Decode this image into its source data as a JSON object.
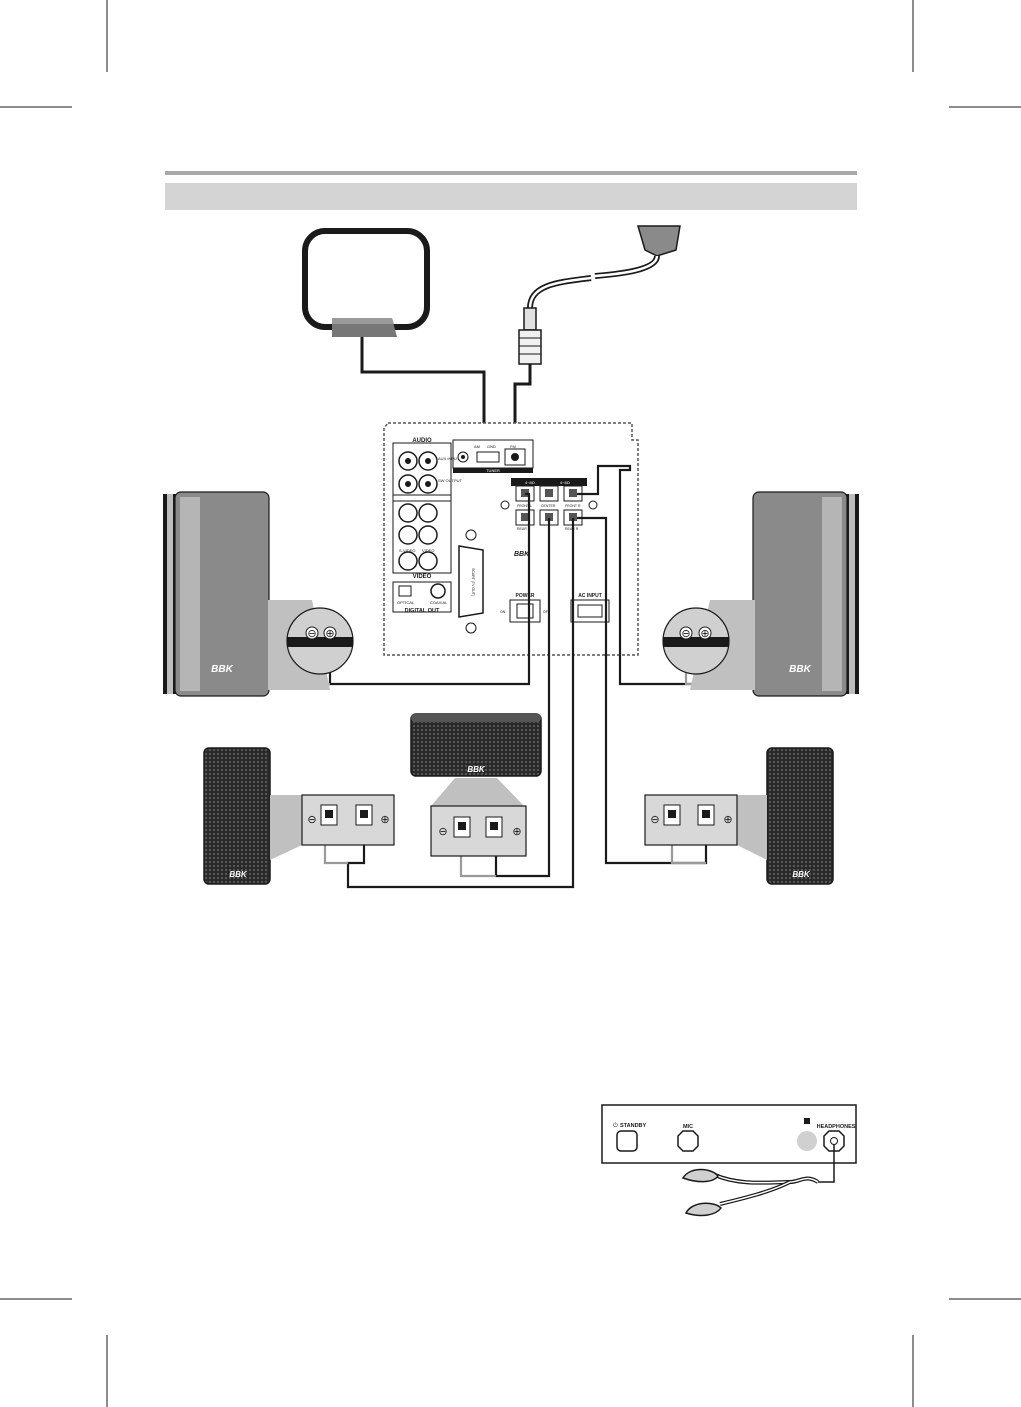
{
  "colors": {
    "ink": "#1a1a1a",
    "header_band": "#d4d4d4",
    "header_rule": "#a8a8a8",
    "wire_positive": "#111111",
    "wire_negative": "#9a9a9a",
    "speaker_body": "#8a8a8a",
    "speaker_grille": "#2a2a2a"
  },
  "back_panel": {
    "section_audio": "AUDIO",
    "section_video": "VIDEO",
    "section_digital_out": "DIGITAL OUT",
    "label_aux_input": "AUX INPUT",
    "label_sw_output": "SW OUTPUT",
    "label_optical": "OPTICAL",
    "label_coaxial": "COAXIAL",
    "label_svideo": "S-VIDEO",
    "label_video": "VIDEO",
    "label_tuner": "TUNER",
    "label_am": "AM",
    "label_gnd": "GND",
    "label_fm": "FM",
    "label_front_l": "FRONT L",
    "label_center": "CENTER",
    "label_front_r": "FRONT R",
    "label_rear_l": "REAR L",
    "label_rear_r": "REAR R",
    "label_scart": "SCART (TV OUT)",
    "label_power": "POWER",
    "label_on": "ON",
    "label_off": "OFF",
    "label_ac_input": "AC INPUT",
    "brand": "BBK"
  },
  "speakers": {
    "brand": "BBK",
    "minus": "⊖",
    "plus": "⊕"
  },
  "front_panel": {
    "label_standby": "STANDBY",
    "label_mic": "MIC",
    "label_headphones": "HEADPHONES",
    "standby_icon": "⏻"
  }
}
